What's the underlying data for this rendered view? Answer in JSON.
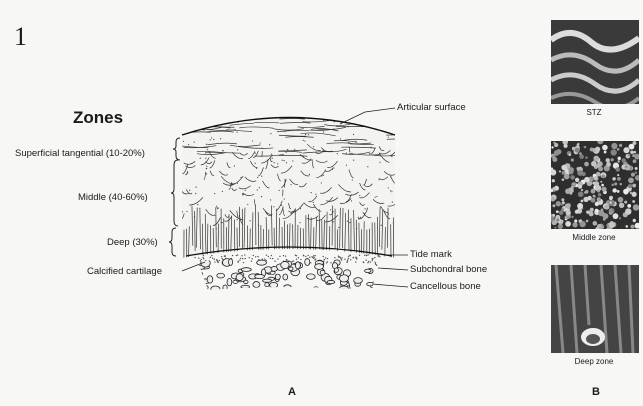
{
  "figure_number": "1",
  "zones_title": "Zones",
  "left_labels": {
    "superficial": "Superficial tangential (10-20%)",
    "middle": "Middle (40-60%)",
    "deep": "Deep (30%)",
    "calcified": "Calcified cartilage"
  },
  "right_labels": {
    "articular": "Articular surface",
    "tide": "Tide mark",
    "subchondral": "Subchondral bone",
    "cancellous": "Cancellous bone"
  },
  "panel_a": "A",
  "panel_b": "B",
  "micrographs": [
    {
      "caption": "STZ"
    },
    {
      "caption": "Middle zone"
    },
    {
      "caption": "Deep zone"
    }
  ]
}
